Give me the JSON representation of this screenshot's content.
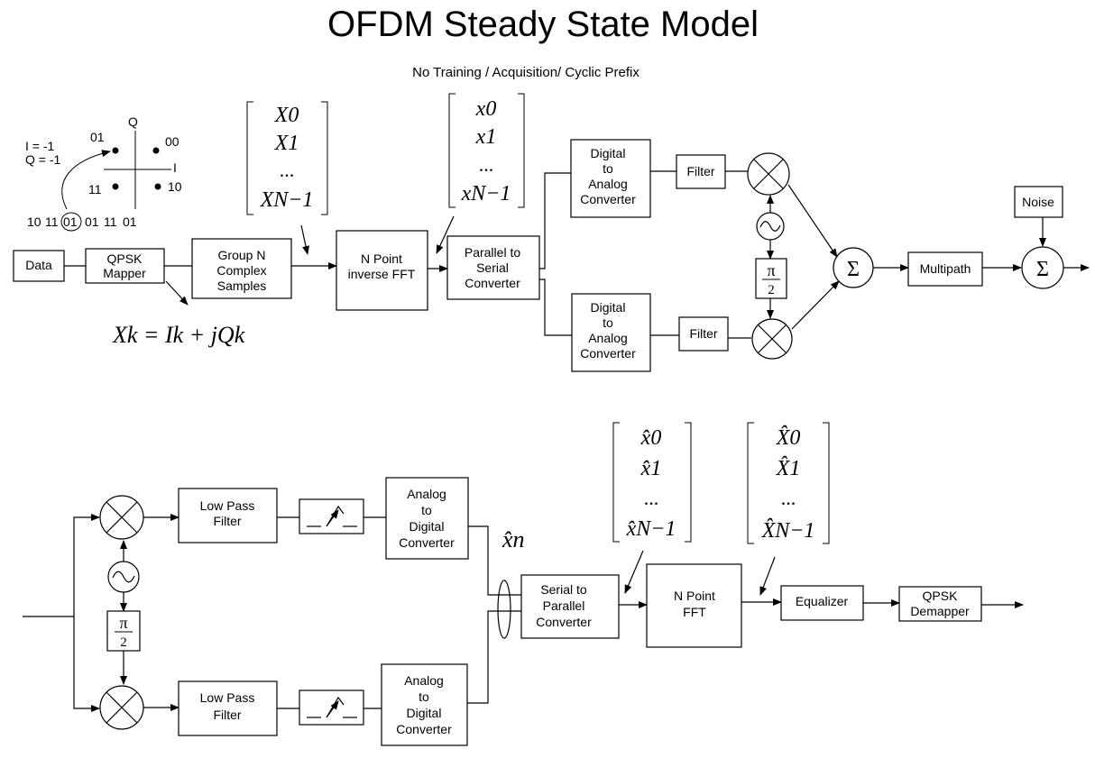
{
  "title": "OFDM Steady State Model",
  "subtitle": "No Training / Acquisition/ Cyclic Prefix",
  "constellation": {
    "i_axis": "I",
    "q_axis": "Q",
    "point_01": "01",
    "point_00": "00",
    "point_11": "11",
    "point_10": "10",
    "i_value": "I = -1",
    "q_value": "Q = -1",
    "bit_stream": [
      "10",
      "11",
      "01",
      "01",
      "11",
      "01"
    ]
  },
  "tx": {
    "data": "Data",
    "qpsk_mapper": [
      "QPSK",
      "Mapper"
    ],
    "group": [
      "Group N",
      "Complex",
      "Samples"
    ],
    "ifft": [
      "N Point",
      "inverse FFT"
    ],
    "p2s": [
      "Parallel to",
      "Serial",
      "Converter"
    ],
    "dac_top": [
      "Digital",
      "to",
      "Analog",
      "Converter"
    ],
    "dac_bottom": [
      "Digital",
      "to",
      "Analog",
      "Converter"
    ],
    "filter_top": "Filter",
    "filter_bottom": "Filter",
    "multipath": "Multipath",
    "noise": "Noise",
    "formula": "Xk = Ik + jQk",
    "vector_X": [
      "X0",
      "X1",
      "...",
      "XN−1"
    ],
    "vector_x": [
      "x0",
      "x1",
      "...",
      "xN−1"
    ]
  },
  "rx": {
    "lpf_top": [
      "Low Pass",
      "Filter"
    ],
    "lpf_bottom": [
      "Low Pass",
      "Filter"
    ],
    "adc_top": [
      "Analog",
      "to",
      "Digital",
      "Converter"
    ],
    "adc_bottom": [
      "Analog",
      "to",
      "Digital",
      "Converter"
    ],
    "s2p": [
      "Serial to",
      "Parallel",
      "Converter"
    ],
    "fft": [
      "N Point",
      "FFT"
    ],
    "equalizer": "Equalizer",
    "demapper": [
      "QPSK",
      "Demapper"
    ],
    "xn_hat": "x̂n",
    "vector_x_hat": [
      "x̂0",
      "x̂1",
      "...",
      "x̂N−1"
    ],
    "vector_X_hat": [
      "X̂0",
      "X̂1",
      "...",
      "X̂N−1"
    ]
  },
  "symbols": {
    "sum": "Σ",
    "pi": "π",
    "two": "2",
    "sine": "~"
  }
}
